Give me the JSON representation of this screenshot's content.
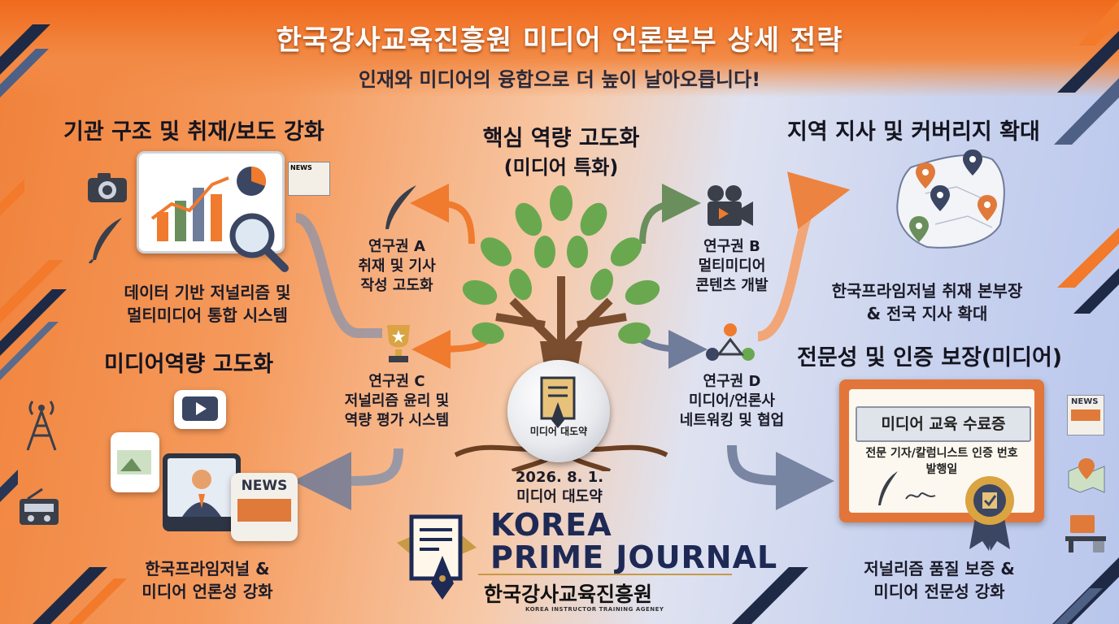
{
  "header": {
    "title": "한국강사교육진흥원 미디어 언론본부 상세 전략",
    "subtitle": "인재와 미디어의 융합으로 더 높이 날아오릅니다!"
  },
  "center": {
    "title_line1": "핵심 역량 고도화",
    "title_line2": "(미디어 특화)",
    "badge_label": "미디어 대도약",
    "date": "2026. 8. 1.",
    "date_caption": "미디어 대도약"
  },
  "sections": {
    "top_left": {
      "title": "기관 구조 및 취재/보도 강화",
      "caption_line1": "데이터 기반 저널리즘 및",
      "caption_line2": "멀티미디어 통합 시스템",
      "mini_news_label": "NEWS"
    },
    "bottom_left": {
      "title": "미디어역량 고도화",
      "caption_line1": "한국프라임저널 &",
      "caption_line2": "미디어 언론성 강화",
      "news_label": "NEWS"
    },
    "top_right": {
      "title": "지역 지사 및 커버리지 확대",
      "caption_line1": "한국프라임저널 취재 본부장",
      "caption_line2": "& 전국 지사 확대"
    },
    "bottom_right": {
      "title": "전문성 및 인증 보장(미디어)",
      "cert_title": "미디어 교육 수료증",
      "cert_line1": "전문 기자/칼럼니스트 인증 번호",
      "cert_line2": "발행일",
      "caption_line1": "저널리즘 품질 보증 &",
      "caption_line2": "미디어 전문성 강화",
      "news_label": "NEWS"
    }
  },
  "research": {
    "a": {
      "line1": "연구권 A",
      "line2": "취재 및 기사",
      "line3": "작성 고도화"
    },
    "b": {
      "line1": "연구권 B",
      "line2": "멀티미디어",
      "line3": "콘텐츠 개발"
    },
    "c": {
      "line1": "연구권 C",
      "line2": "저널리즘 윤리 및",
      "line3": "역량 평가 시스템"
    },
    "d": {
      "line1": "연구권 D",
      "line2": "미디어/언론사",
      "line3": "네트워킹 및 협업"
    }
  },
  "brand": {
    "line1": "KOREA",
    "line2": "PRIME JOURNAL",
    "korean": "한국강사교육진흥원",
    "english": "KOREA INSTRUCTOR TRAINING AGENEY"
  },
  "colors": {
    "orange": "#f07a2e",
    "navy": "#1e2a55",
    "slate": "#6f7c9a",
    "green": "#6aa84f"
  }
}
